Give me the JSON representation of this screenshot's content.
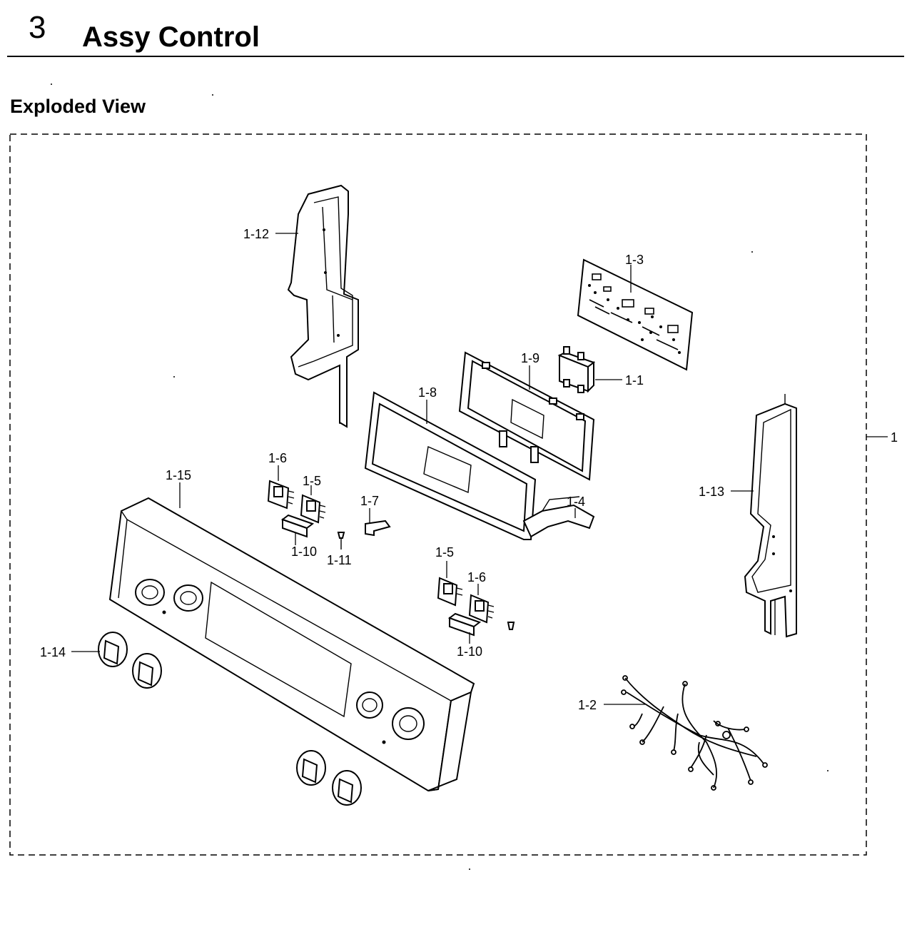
{
  "header": {
    "section_number": "3",
    "section_title": "Assy Control"
  },
  "view": {
    "subtitle": "Exploded View"
  },
  "assembly_label": "1",
  "callouts": {
    "c1_12": "1-12",
    "c1_3": "1-3",
    "c1_9": "1-9",
    "c1_1": "1-1",
    "c1_8": "1-8",
    "c1_13": "1-13",
    "c1_6a": "1-6",
    "c1_5a": "1-5",
    "c1_15": "1-15",
    "c1_7": "1-7",
    "c1_4": "1-4",
    "c1_10a": "1-10",
    "c1_11": "1-11",
    "c1_5b": "1-5",
    "c1_6b": "1-6",
    "c1_10b": "1-10",
    "c1_14": "1-14",
    "c1_2": "1-2"
  }
}
